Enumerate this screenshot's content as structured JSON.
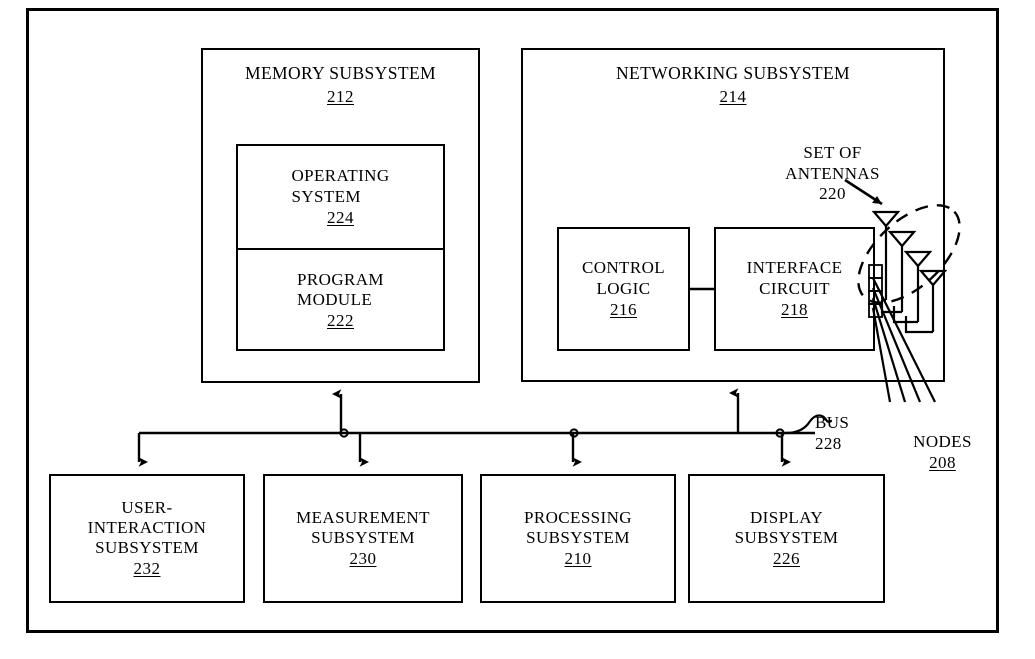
{
  "figure": {
    "type": "patent-block-diagram",
    "outer_frame": {
      "name": "electronic-device-housing"
    }
  },
  "blocks": {
    "memory": {
      "title": "MEMORY SUBSYSTEM",
      "ref": "212",
      "children": {
        "operating_system": {
          "title": "OPERATING\nSYSTEM",
          "ref": "224"
        },
        "program_module": {
          "title": "PROGRAM\nMODULE",
          "ref": "222"
        }
      }
    },
    "networking": {
      "title": "NETWORKING SUBSYSTEM",
      "ref": "214",
      "children": {
        "control_logic": {
          "title": "CONTROL\nLOGIC",
          "ref": "216"
        },
        "interface_circuit": {
          "title": "INTERFACE\nCIRCUIT",
          "ref": "218"
        }
      }
    },
    "user_interaction": {
      "title": "USER-\nINTERACTION\nSUBSYSTEM",
      "ref": "232"
    },
    "measurement": {
      "title": "MEASUREMENT\nSUBSYSTEM",
      "ref": "230"
    },
    "processing": {
      "title": "PROCESSING\nSUBSYSTEM",
      "ref": "210"
    },
    "display": {
      "title": "DISPLAY\nSUBSYSTEM",
      "ref": "226"
    }
  },
  "annotations": {
    "antennas": {
      "title": "SET OF\nANTENNAS",
      "ref": "220",
      "underlined": false,
      "count": 4
    },
    "bus": {
      "title": "BUS",
      "ref": "228",
      "underlined": false
    },
    "nodes": {
      "title": "NODES",
      "ref": "208",
      "underlined": true,
      "count": 4
    }
  },
  "colors": {
    "line": "#000000",
    "background": "#ffffff"
  }
}
